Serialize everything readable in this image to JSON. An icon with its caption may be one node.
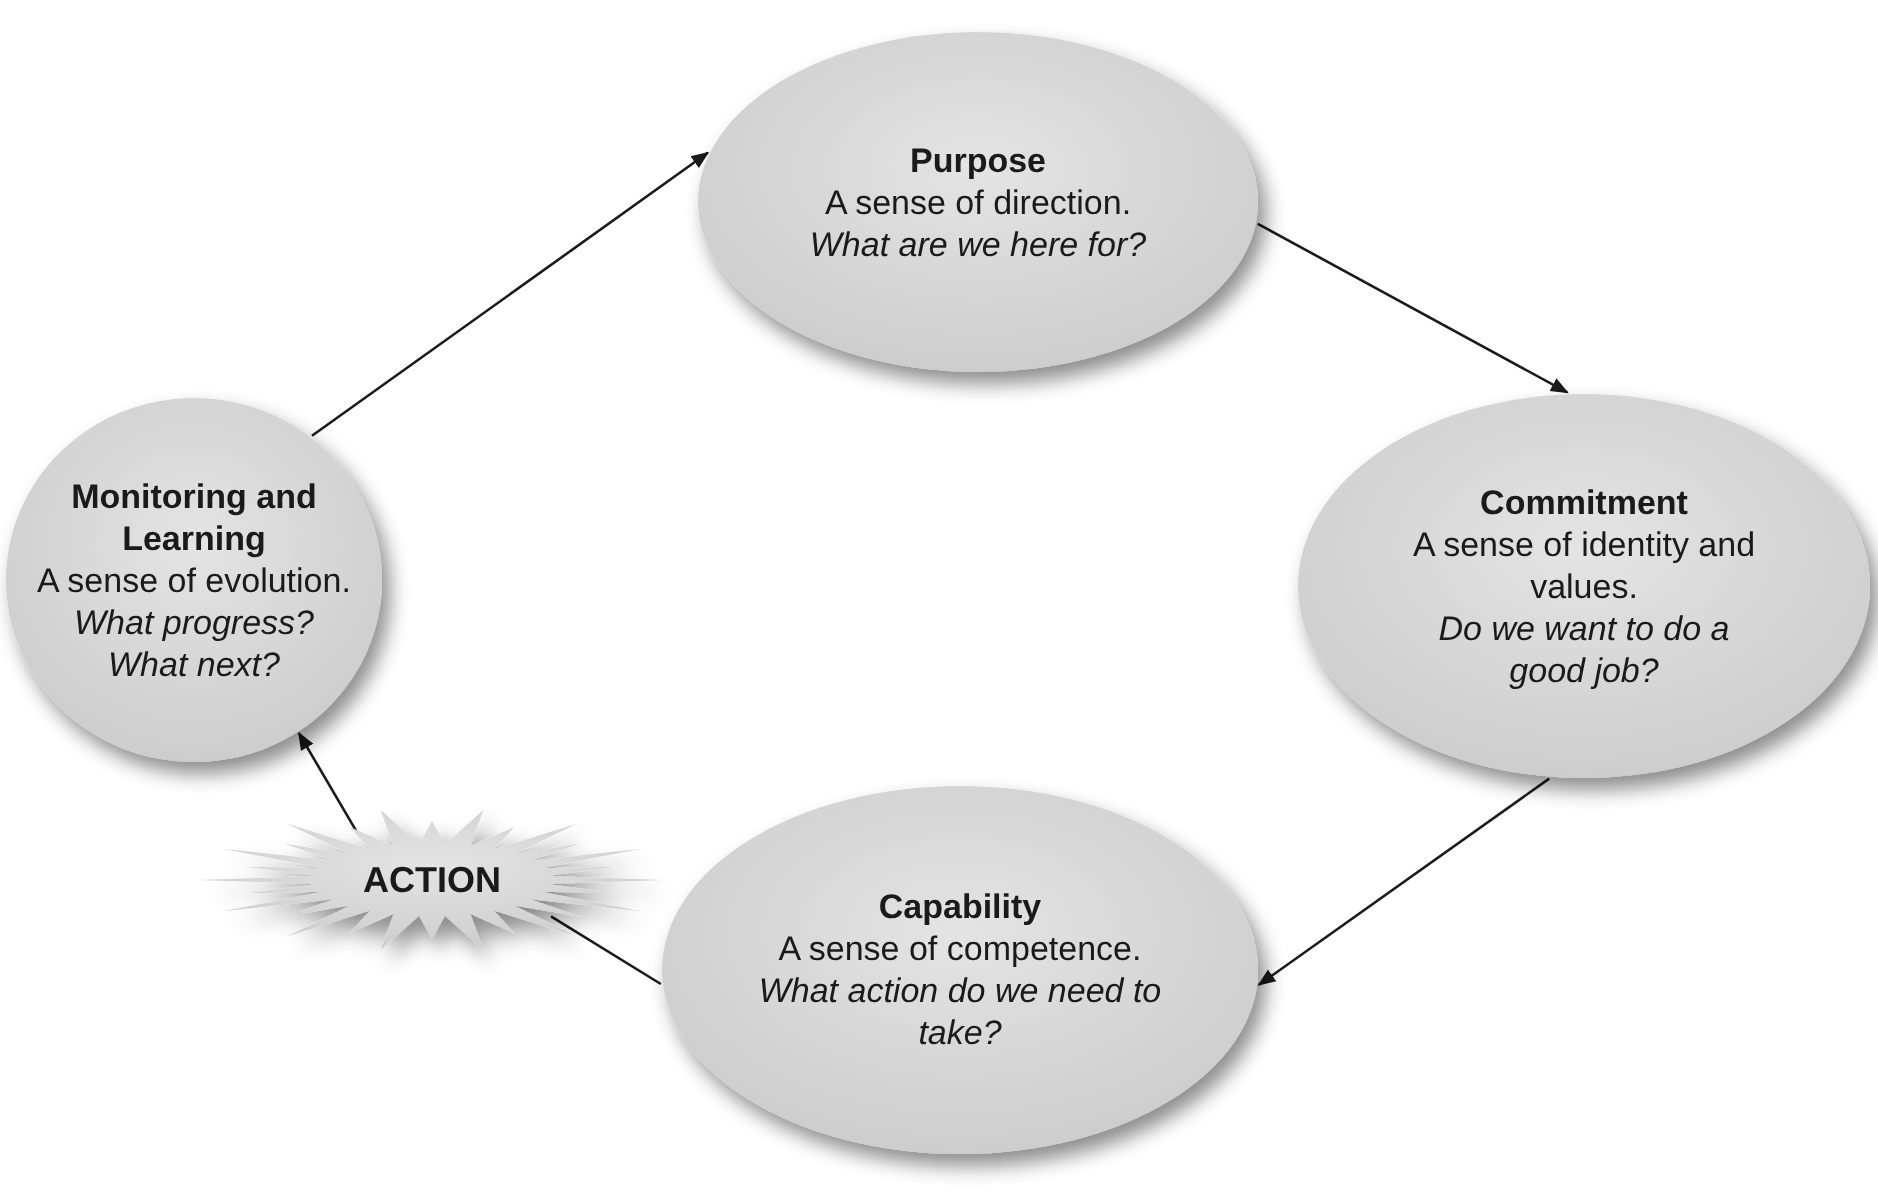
{
  "diagram": {
    "nodes": [
      {
        "text": [
          "Purpose",
          "A sense of direction.",
          "What are we here for?"
        ]
      },
      {
        "text": [
          "Monitoring and Learning",
          "A sense of evolution.",
          "What progress? What next?"
        ]
      },
      {
        "text": [
          "Commitment",
          "A sense of identity and values.",
          "Do we want to do a good job?"
        ]
      },
      {
        "text": [
          "ACTION"
        ]
      },
      {
        "text": [
          "Capability",
          "A sense of competence.",
          "What action do we need to take?"
        ]
      }
    ],
    "edges": [
      {
        "from": 1,
        "to": 0,
        "arrow": "to"
      },
      {
        "from": 0,
        "to": 2,
        "arrow": "to"
      },
      {
        "from": 2,
        "to": 4,
        "arrow": "to"
      },
      {
        "from": 4,
        "to": 3,
        "arrow": "none"
      },
      {
        "from": 3,
        "to": 1,
        "arrow": "to"
      }
    ]
  }
}
